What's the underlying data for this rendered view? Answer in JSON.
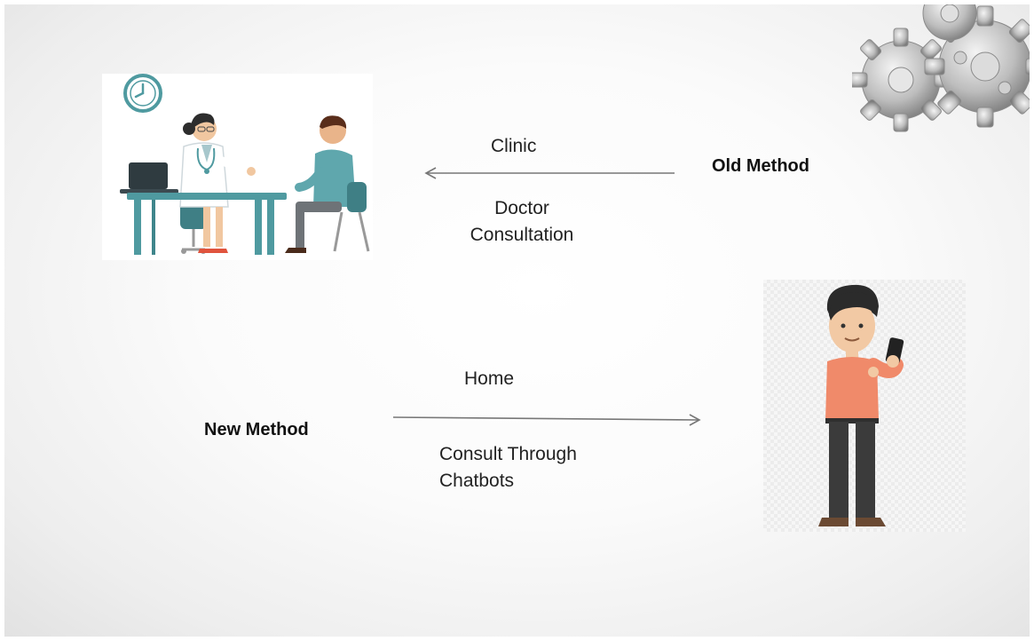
{
  "old": {
    "top_label": "Clinic",
    "bottom_label": "Doctor\nConsultation",
    "method_label": "Old Method"
  },
  "new": {
    "top_label": "Home",
    "bottom_label": "Consult Through\nChatbots",
    "method_label": "New Method"
  },
  "icons": [
    "clock-icon",
    "doctor-consultation-illustration",
    "gears-icon",
    "man-with-phone-illustration",
    "left-arrow",
    "right-arrow"
  ],
  "colors": {
    "teal": "#4f9aa0",
    "shirt_orange": "#f08a6a",
    "arrow_gray": "#777777"
  }
}
